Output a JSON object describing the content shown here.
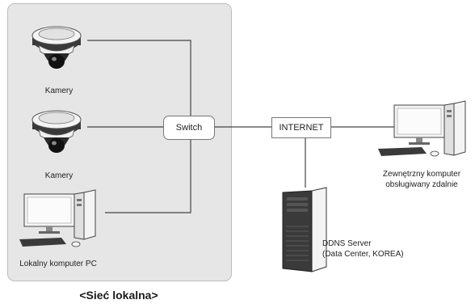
{
  "network": {
    "lan_caption": "<Sieć lokalna>",
    "switch_label": "Switch",
    "internet_label": "INTERNET",
    "devices": {
      "camera_1_label": "Kamery",
      "camera_2_label": "Kamery",
      "local_pc_label": "Lokalny komputer PC",
      "remote_pc_label_line1": "Zewnętrzny komputer",
      "remote_pc_label_line2": "obsługiwany zdalnie",
      "ddns_label_line1": "DDNS Server",
      "ddns_label_line2": "(Data Center, KOREA)"
    }
  },
  "colors": {
    "panel_fill": "#e6e6e6",
    "line": "#444444",
    "device_dark": "#3a3a3a",
    "device_light": "#f4f4f4"
  }
}
